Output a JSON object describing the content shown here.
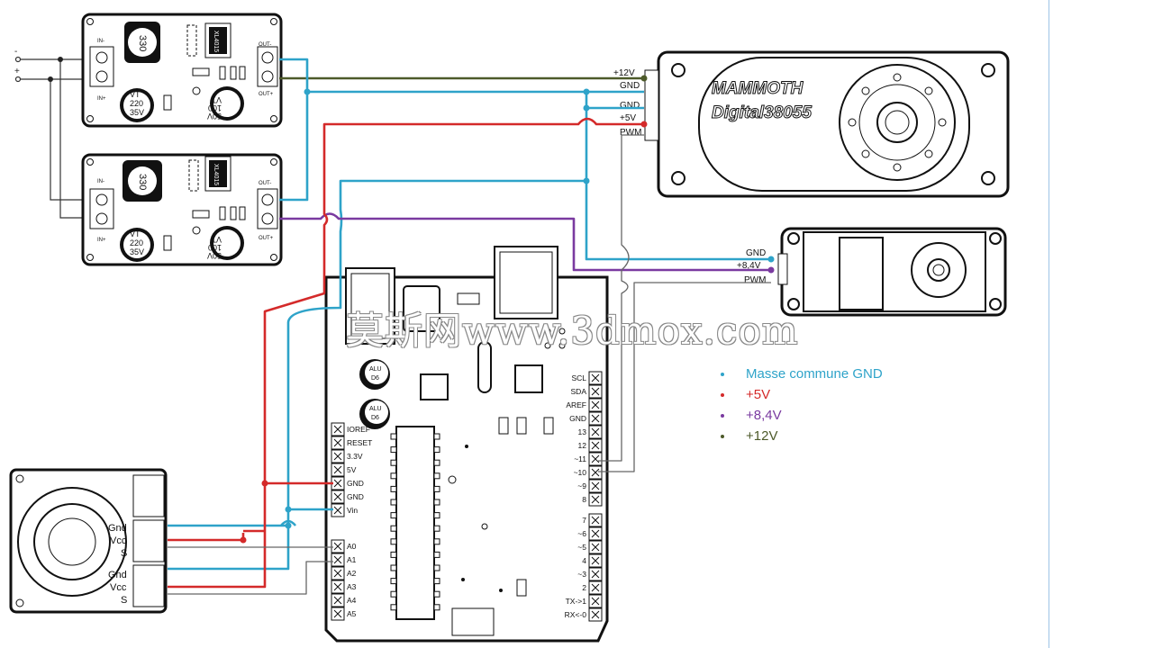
{
  "wires": {
    "gnd": "#2ea3c9",
    "v5": "#d42a2a",
    "v84": "#7a3aa0",
    "v12": "#4d5a2a",
    "signal": "#666666"
  },
  "supply": {
    "minus": "-",
    "plus": "+"
  },
  "converters": [
    {
      "in_minus": "IN-",
      "in_plus": "IN+",
      "out_minus": "OUT-",
      "out_plus": "OUT+",
      "coil": "330",
      "cap_in": [
        "VT",
        "220",
        "35V"
      ],
      "cap_out": [
        "VT",
        "100",
        "50V"
      ],
      "chip": "XL4015"
    },
    {
      "in_minus": "IN-",
      "in_plus": "IN+",
      "out_minus": "OUT-",
      "out_plus": "OUT+",
      "coil": "330",
      "cap_in": [
        "VT",
        "220",
        "35V"
      ],
      "cap_out": [
        "VT",
        "100",
        "50V"
      ],
      "chip": "XL4015"
    }
  ],
  "big_servo": {
    "brand": "MAMMOTH",
    "model": "Digital38055",
    "pins": [
      "+12V",
      "GND",
      "GND",
      "+5V",
      "PWM"
    ]
  },
  "small_servo": {
    "pins": [
      "GND",
      "+8,4V",
      "PWM"
    ]
  },
  "arduino": {
    "left_pins": [
      "IOREF",
      "RESET",
      "3.3V",
      "5V",
      "GND",
      "GND",
      "Vin"
    ],
    "analog_pins": [
      "A0",
      "A1",
      "A2",
      "A3",
      "A4",
      "A5"
    ],
    "right_pins_top": [
      "SCL",
      "SDA",
      "AREF",
      "GND",
      "13",
      "12",
      "~11",
      "~10",
      "~9",
      "8"
    ],
    "right_pins_bottom": [
      "7",
      "~6",
      "~5",
      "4",
      "~3",
      "2",
      "TX->1",
      "RX<-0"
    ],
    "cap_label": [
      "ALU",
      "D6"
    ]
  },
  "joysticks": [
    [
      "Gnd",
      "Vcc",
      "S"
    ],
    [
      "Gnd",
      "Vcc",
      "S"
    ]
  ],
  "watermark": "莫斯网www.3dmox.com",
  "legend": [
    {
      "label": "Masse commune GND",
      "color": "#2ea3c9"
    },
    {
      "label": "+5V",
      "color": "#d42a2a"
    },
    {
      "label": "+8,4V",
      "color": "#7a3aa0"
    },
    {
      "label": "+12V",
      "color": "#4d5a2a"
    }
  ]
}
